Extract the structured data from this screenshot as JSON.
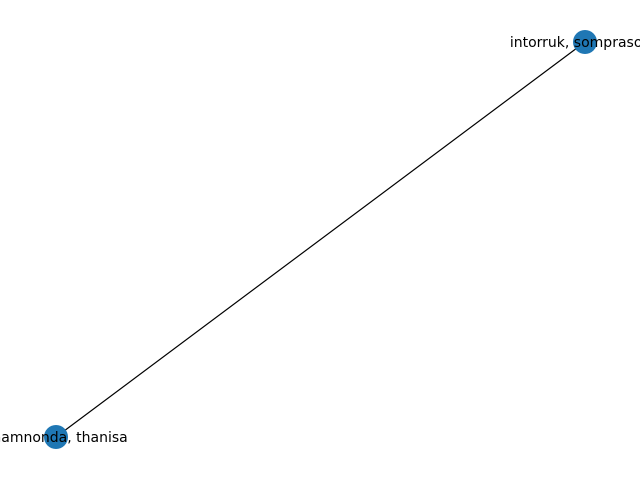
{
  "graph": {
    "colors": {
      "node": "#1f77b4",
      "edge": "#000000",
      "label": "#000000"
    },
    "nodes": [
      {
        "id": "n1",
        "label": "intorruk, somprasong"
      },
      {
        "id": "n2",
        "label": "khamnonda, thanisa"
      }
    ],
    "edges": [
      {
        "source": "n1",
        "target": "n2"
      }
    ]
  }
}
